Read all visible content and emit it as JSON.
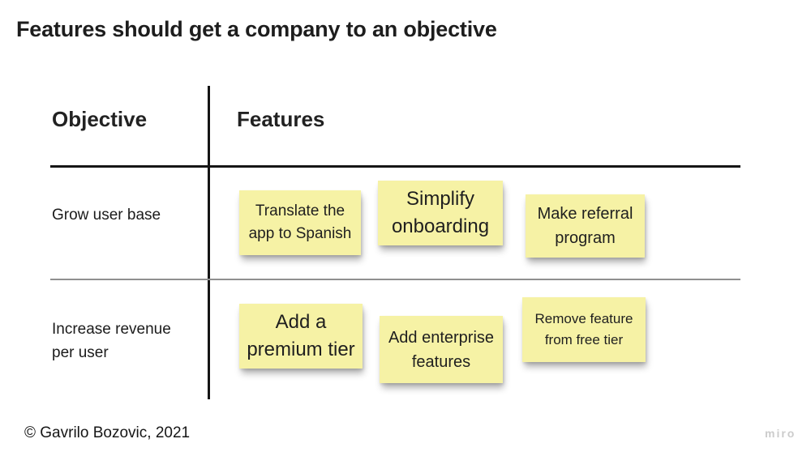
{
  "title": "Features should get a company to an objective",
  "matrix": {
    "headers": {
      "objective": "Objective",
      "features": "Features"
    },
    "rows": [
      {
        "objective": "Grow user base",
        "features": [
          "Translate the app to Spanish",
          "Simplify onboarding",
          "Make referral program"
        ]
      },
      {
        "objective": "Increase revenue per user",
        "features": [
          "Add a premium tier",
          "Add enterprise features",
          "Remove feature from free tier"
        ]
      }
    ]
  },
  "footer": {
    "copyright": "© Gavrilo Bozovic, 2021",
    "watermark": "miro"
  },
  "colors": {
    "sticky_yellow": "#f6f2a5",
    "line_dark": "#151515",
    "line_light": "#8f8f8f",
    "watermark_gray": "#cccccc"
  }
}
